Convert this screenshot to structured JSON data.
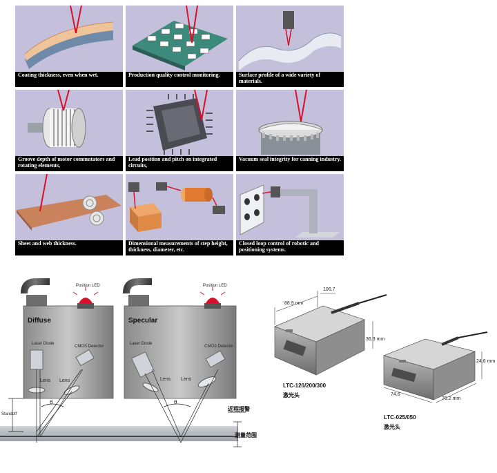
{
  "grid": {
    "tiles": [
      {
        "caption": "Coating thickness, even when wet."
      },
      {
        "caption": "Production quality control monitoring."
      },
      {
        "caption": "Surface profile of a wide variety of materials."
      },
      {
        "caption": "Groove depth of motor commutators and rotating elements,"
      },
      {
        "caption": "Lead position and pitch on integrated circuits,"
      },
      {
        "caption": "Vacuum seal integrity for canning industry."
      },
      {
        "caption": "Sheet and web thickness."
      },
      {
        "caption": "Dimensional measurements of step height, thickness, diameter, etc."
      },
      {
        "caption": "Closed loop control of robotic and positioning systems."
      }
    ]
  },
  "sensor_diagram": {
    "diffuse_title": "Diffuse",
    "specular_title": "Specular",
    "position_led": "Position LED",
    "laser_diode": "Laser Diode",
    "cmos_detector": "CMOS Detector",
    "lens": "Lens",
    "theta": "θ",
    "standoff": "Standoff",
    "near_range_alarm": "近程报警",
    "measurement_range": "测量范围"
  },
  "product_drawing": {
    "dim_88_9": "88.9 mm",
    "dim_106_7": "106.7",
    "dim_36_3": "36.3 mm",
    "model_a": "LTC-120/200/300",
    "head_a": "激光头",
    "dim_24_6": "24.6 mm",
    "dim_74_6": "74.6",
    "dim_76_2": "76.2 mm",
    "model_b": "LTC-025/050",
    "head_b": "激光头"
  },
  "colors": {
    "tile_bg": "#c4c0dc",
    "caption_bg": "#000000",
    "laser": "#d8102a",
    "housing": "#9a9a9a",
    "line": "#222222"
  }
}
